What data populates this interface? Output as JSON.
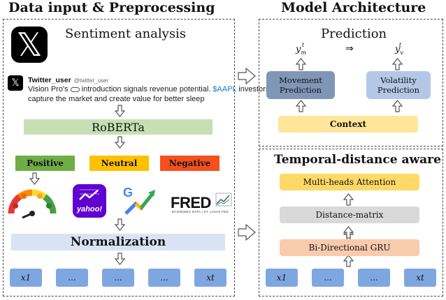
{
  "left": {
    "title": "Data input & Preprocessing",
    "sentiment_title": "Sentiment analysis",
    "tweet": {
      "user": "Twitter_user",
      "handle": "@twitter_user",
      "line1_pre": "Vision Pro's",
      "line1_post": " introduction signals revenue potential. ",
      "ticker": "$AAPL",
      "line1_end": " investors,",
      "line2": "capture the market and create value for better sleep"
    },
    "roberta": "RoBERTa",
    "sentiments": [
      "Positive",
      "Neutral",
      "Negative"
    ],
    "yahoo_label": "yahoo!",
    "fred_label": "FRED",
    "fred_sub": "ECONOMIC DATA  |  ST. LOUIS FED",
    "normalization": "Normalization",
    "inputs": [
      "x1",
      "...",
      "...",
      "...",
      "xt"
    ]
  },
  "right": {
    "title": "Model Architecture",
    "prediction_title": "Prediction",
    "y_m": "y",
    "y_m_sup": "t",
    "y_m_sub": "m",
    "y_v": "y",
    "y_v_sup": "t",
    "y_v_sub": "v",
    "arrow_between": "⇒",
    "movement": "Movement Prediction",
    "volatility": "Volatility Prediction",
    "context": "Context",
    "temporal_title": "Temporal-distance aware",
    "attention": "Multi-heads Attention",
    "distance": "Distance-matrix",
    "gru": "Bi-Directional GRU",
    "inputs": [
      "x1",
      "...",
      "...",
      "...",
      "xt"
    ]
  },
  "colors": {
    "roberta_bg": "#c6e0b4",
    "positive": "#70ad47",
    "neutral": "#ffc000",
    "negative": "#f4511e",
    "normalization_bg": "#dae3f3",
    "input_cell": "#7ea7e2",
    "movement_bg": "#8096b7",
    "volatility_bg": "#b4c7e7",
    "context_bg": "#ffe699",
    "attention_bg": "#ffd966",
    "distance_bg": "#d9d9d9",
    "gru_bg": "#f8cbad"
  }
}
